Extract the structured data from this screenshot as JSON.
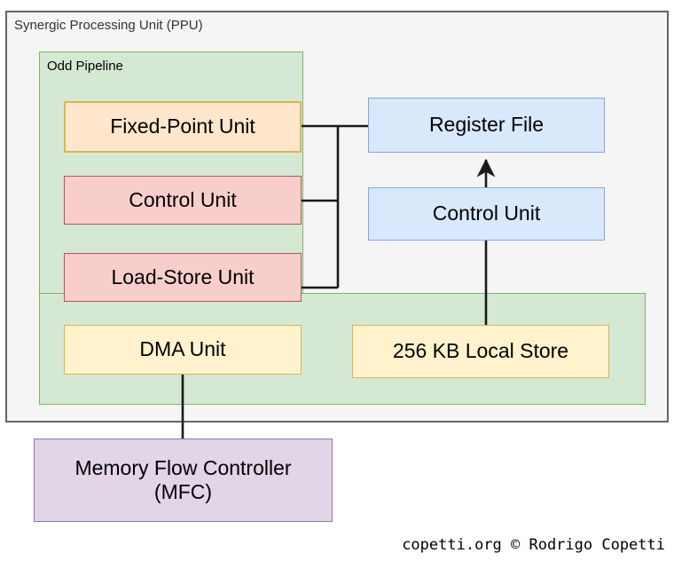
{
  "diagram": {
    "title": "Synergic Processing Unit (PPU) block diagram",
    "containers": {
      "ppu": {
        "label": "Synergic Processing Unit (PPU)",
        "fill": "#f5f5f5",
        "stroke": "#666666"
      },
      "odd_pipeline": {
        "label": "Odd Pipeline",
        "fill": "#d5e8d4",
        "stroke": "#82b366"
      },
      "second_group": {
        "label": "",
        "fill": "#d5e8d4",
        "stroke": "#82b366"
      }
    },
    "nodes": {
      "fixed_point_unit": {
        "label": "Fixed-Point Unit",
        "fill": "#ffe6cc",
        "stroke": "#d6b656"
      },
      "control_unit_left": {
        "label": "Control Unit",
        "fill": "#f8cecc",
        "stroke": "#b85450"
      },
      "load_store_unit": {
        "label": "Load-Store Unit",
        "fill": "#f8cecc",
        "stroke": "#b85450"
      },
      "dma_unit": {
        "label": "DMA Unit",
        "fill": "#fff2cc",
        "stroke": "#d6b656"
      },
      "register_file": {
        "label": "Register File",
        "fill": "#dae8fc",
        "stroke": "#7ea6e0"
      },
      "control_unit_right": {
        "label": "Control Unit",
        "fill": "#dae8fc",
        "stroke": "#7ea6e0"
      },
      "local_store": {
        "label": "256 KB Local Store",
        "fill": "#fff2cc",
        "stroke": "#d6b656"
      },
      "memory_flow_controller": {
        "label": "Memory Flow Controller\n(MFC)",
        "line1": "Memory Flow Controller",
        "line2": "(MFC)",
        "fill": "#e1d5e7",
        "stroke": "#9673a6"
      }
    },
    "edges": [
      {
        "from": "fixed_point_unit",
        "to": "register_file",
        "arrow": false
      },
      {
        "from": "control_unit_left",
        "to": "register_file",
        "arrow": false
      },
      {
        "from": "load_store_unit",
        "to": "register_file",
        "arrow": false
      },
      {
        "from": "control_unit_right",
        "to": "register_file",
        "arrow": true
      },
      {
        "from": "local_store",
        "to": "control_unit_right",
        "arrow": false
      },
      {
        "from": "dma_unit",
        "to": "memory_flow_controller",
        "arrow": false
      }
    ],
    "edge_color": "#1a1a1a"
  },
  "footer": {
    "credit": "copetti.org © Rodrigo Copetti"
  }
}
